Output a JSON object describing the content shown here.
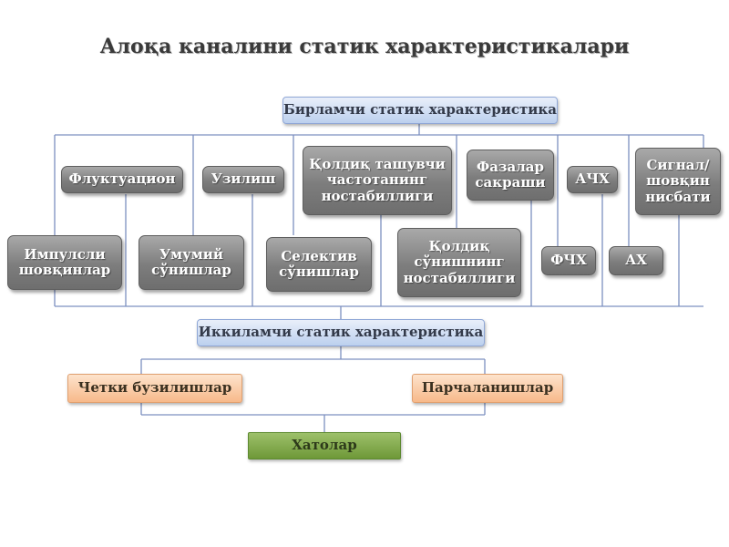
{
  "title": "Алоқа каналини статик характеристикалари",
  "primary": "Бирламчи статик характеристика",
  "secondary": "Иккиламчи статик характеристика",
  "nodes": {
    "fluctuation": "Флуктуацион",
    "uzilish": "Узилиш",
    "carrier_freq_instability": "Қолдиқ ташувчи частотанинг ностабиллиги",
    "phase_jumps": "Фазалар сакраши",
    "achx": "АЧХ",
    "signal_noise": "Сигнал/ шовқин нисбати",
    "impulse_noise": "Импулсли шовқинлар",
    "general_fading": "Умумий сўнишлар",
    "selective_fading": "Селектив сўнишлар",
    "residual_fading_instability": "Қолдиқ сўнишнинг ностабиллиги",
    "fchx": "ФЧХ",
    "ax": "АХ"
  },
  "bottom": {
    "edge_distortion": "Четки бузилишлар",
    "fragmentation": "Парчаланишлар",
    "errors": "Хатолар"
  }
}
